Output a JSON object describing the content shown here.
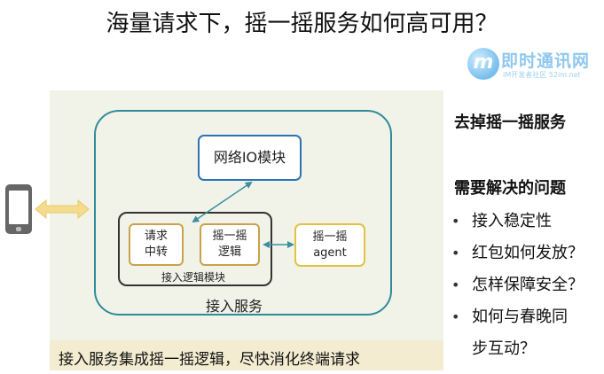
{
  "title": "海量请求下，摇一摇服务如何高可用？",
  "logo": {
    "mark": "m",
    "name": "即时通讯网",
    "subtitle": "IM开发者社区 52im.net"
  },
  "diagram": {
    "io_module": "网络IO模块",
    "relay": [
      "请求",
      "中转"
    ],
    "shake_logic": [
      "摇一摇",
      "逻辑"
    ],
    "access_logic_module": "接入逻辑模块",
    "agent": [
      "摇一摇",
      "agent"
    ],
    "access_service": "接入服务",
    "colors": {
      "service_border": "#2e8b9a",
      "io_border": "#2b73b4",
      "inner_border": "#c9a24a",
      "agent_border": "#e2c23f",
      "double_arrow": "#f5dc8c",
      "panel_bg": "#f1f3e9",
      "bottom_bg": "#f3ecd1"
    }
  },
  "bottom_caption": "接入服务集成摇一摇逻辑，尽快消化终端请求",
  "right_panel": {
    "heading": "去掉摇一摇服务",
    "problems_heading": "需要解决的问题",
    "problems": [
      {
        "bullet": "•",
        "lines": [
          "接入稳定性"
        ]
      },
      {
        "bullet": "•",
        "lines": [
          "红包如何发放？"
        ]
      },
      {
        "bullet": "•",
        "lines": [
          "怎样保障安全？"
        ]
      },
      {
        "bullet": "•",
        "lines": [
          "如何与春晚同",
          "步互动？"
        ]
      }
    ]
  },
  "icons": {
    "phone": "smartphone-icon",
    "double_arrow": "double-arrow-icon"
  }
}
